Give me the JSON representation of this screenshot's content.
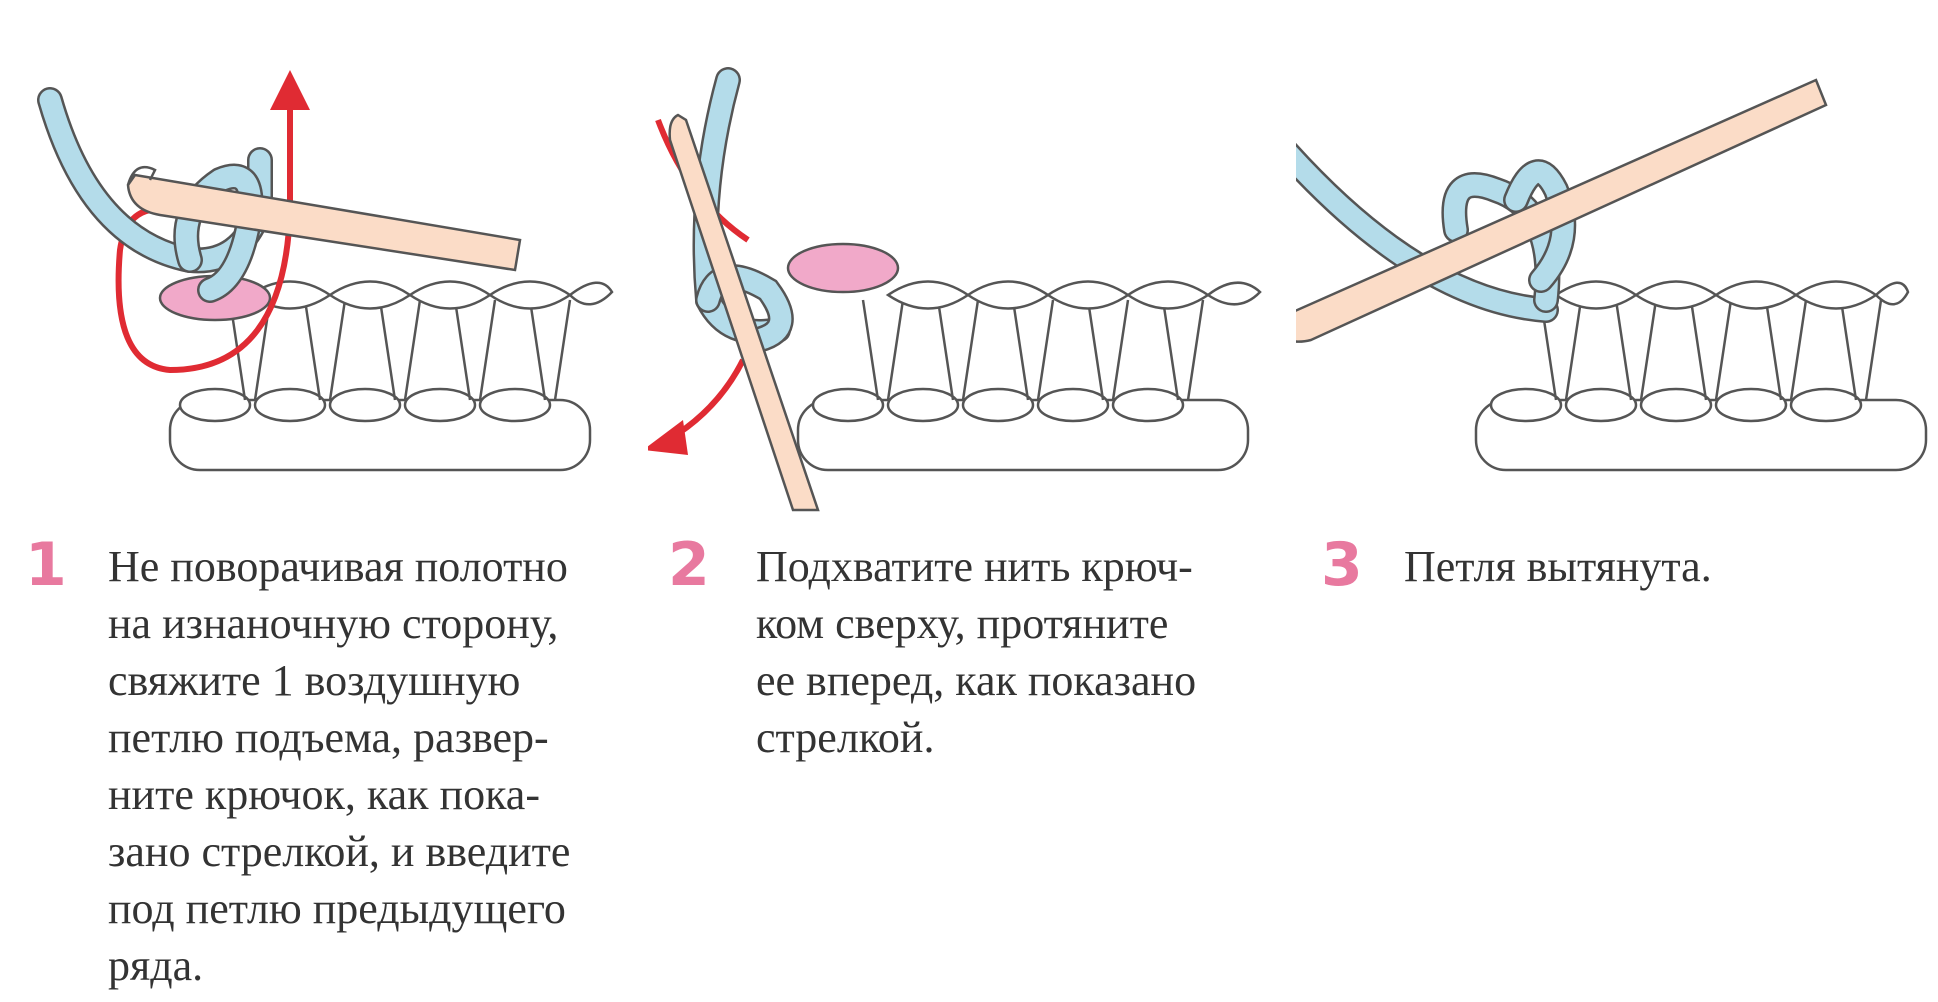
{
  "colors": {
    "step_number": "#e8799f",
    "yarn": "#b4dcea",
    "loop_highlight": "#f1a9c9",
    "hook": "#fbdcc7",
    "arrow": "#e02b33",
    "outline": "#555555",
    "stitches": "#ffffff"
  },
  "steps": [
    {
      "number": "1",
      "text": "Не поворачивая полотно\nна изнаночную сторону,\nсвяжите 1 воздушную\nпетлю подъема, развер-\nните крючок, как пока-\nзано стрелкой, и введите\nпод петлю предыдущего\nряда.",
      "illustration_icon": "crochet-step-1-icon"
    },
    {
      "number": "2",
      "text": "Подхватите нить крюч-\nком сверху, протяните\nее вперед, как показано\nстрелкой.",
      "illustration_icon": "crochet-step-2-icon"
    },
    {
      "number": "3",
      "text": "Петля вытянута.",
      "illustration_icon": "crochet-step-3-icon"
    }
  ]
}
